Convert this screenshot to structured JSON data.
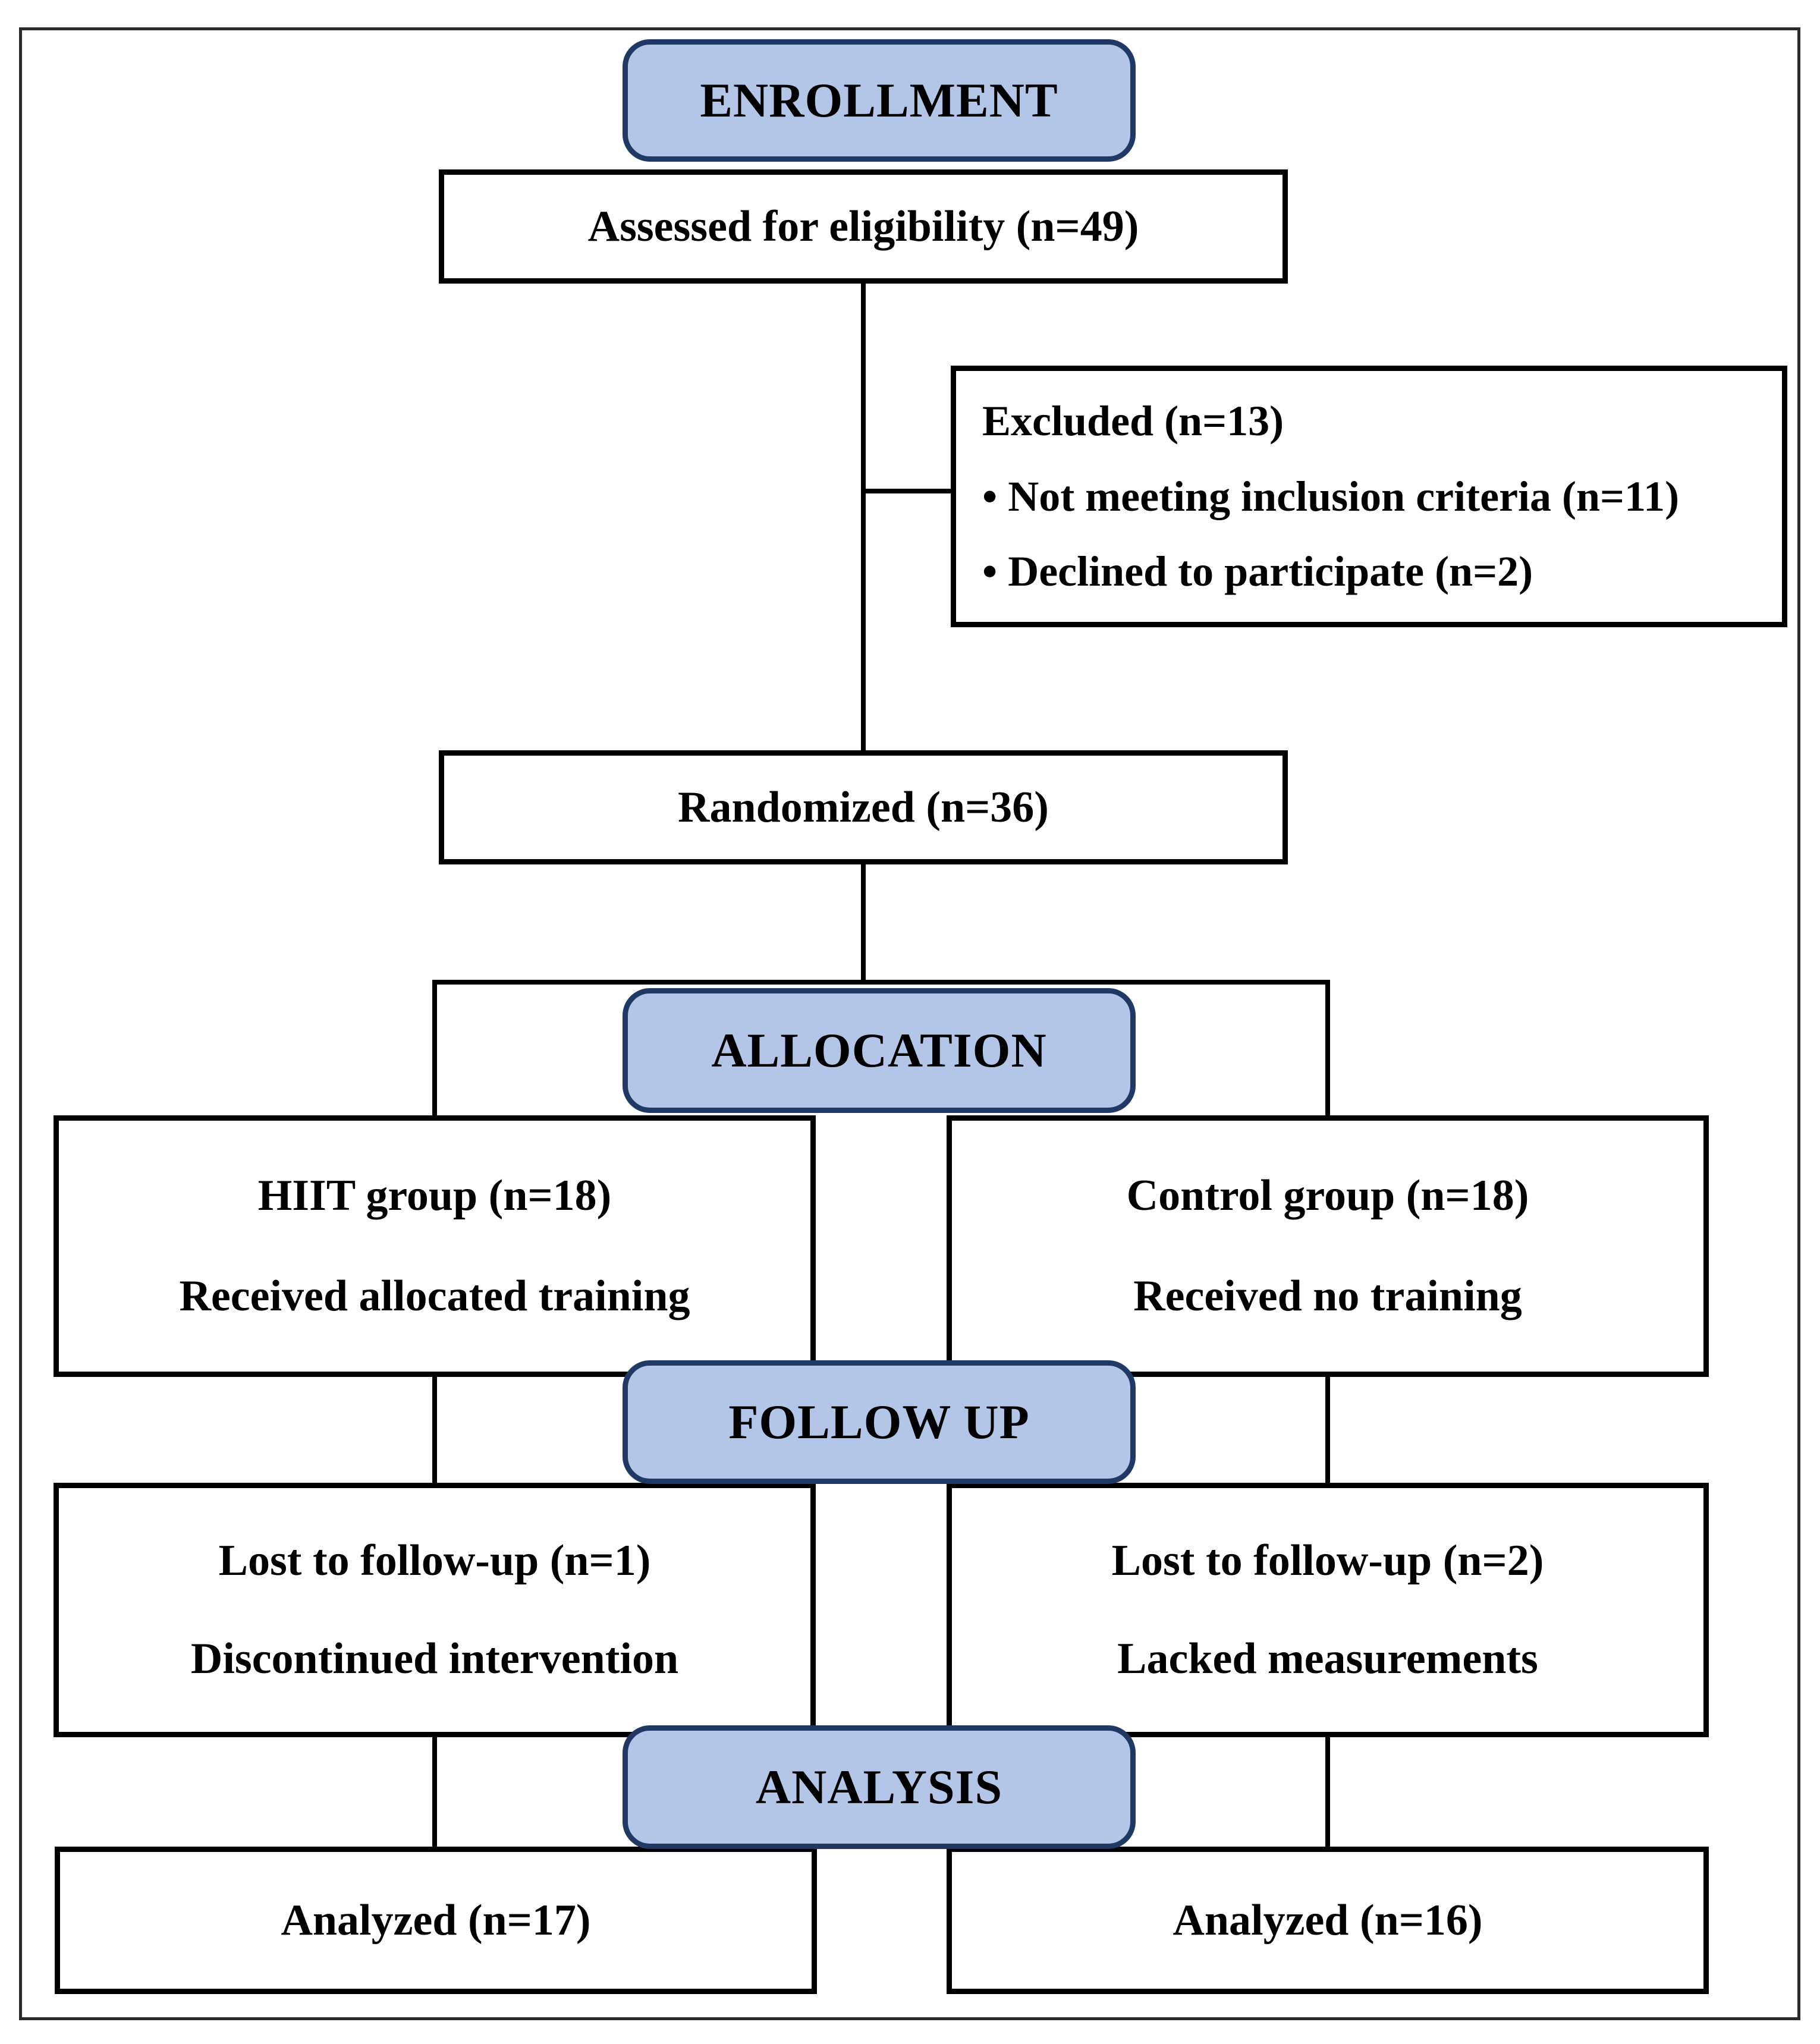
{
  "stages": {
    "enrollment": "ENROLLMENT",
    "allocation": "ALLOCATION",
    "follow_up": "FOLLOW UP",
    "analysis": "ANALYSIS"
  },
  "boxes": {
    "assessed": {
      "text": "Assessed for eligibility (n=49)"
    },
    "excluded": {
      "title": "Excluded (n=13)",
      "items": [
        "• Not meeting inclusion criteria (n=11)",
        "• Declined to participate (n=2)"
      ]
    },
    "randomized": {
      "text": "Randomized (n=36)"
    },
    "hiit": {
      "line1": "HIIT group (n=18)",
      "line2": "Received allocated training"
    },
    "control": {
      "line1": "Control group (n=18)",
      "line2": "Received no training"
    },
    "lost_hiit": {
      "line1": "Lost to follow-up (n=1)",
      "line2": "Discontinued intervention"
    },
    "lost_control": {
      "line1": "Lost to follow-up (n=2)",
      "line2": "Lacked measurements"
    },
    "analyzed_hiit": {
      "text": "Analyzed (n=17)"
    },
    "analyzed_control": {
      "text": "Analyzed (n=16)"
    }
  },
  "colors": {
    "stage_fill": "#b4c6e7",
    "stage_border": "#1f3864",
    "box_border": "#000000",
    "line": "#000000",
    "frame_border": "#2b2b2b",
    "background": "#ffffff"
  }
}
